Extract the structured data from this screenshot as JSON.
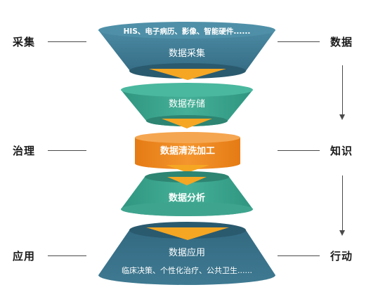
{
  "left_labels": {
    "collect": "采集",
    "govern": "治理",
    "apply": "应用"
  },
  "right_labels": {
    "data": "数据",
    "knowledge": "知识",
    "action": "行动"
  },
  "funnel": {
    "top_caption": "HIS、电子病历、影像、智能硬件......",
    "collection_label": "数据采集",
    "storage_label": "数据存储",
    "cleaning_label": "数据清洗加工",
    "analysis_label": "数据分析",
    "application_label": "数据应用",
    "bottom_caption": "临床决策、个性化治疗、公共卫生......"
  },
  "colors": {
    "navy_funnel": "#3f7a92",
    "navy_rim": "#2a5a6e",
    "green_funnel": "#3fa48e",
    "green_rim": "#2d8572",
    "orange_cylinder": "#f08a22",
    "orange_top": "#f5a650",
    "arrow_orange": "#f5a623"
  }
}
